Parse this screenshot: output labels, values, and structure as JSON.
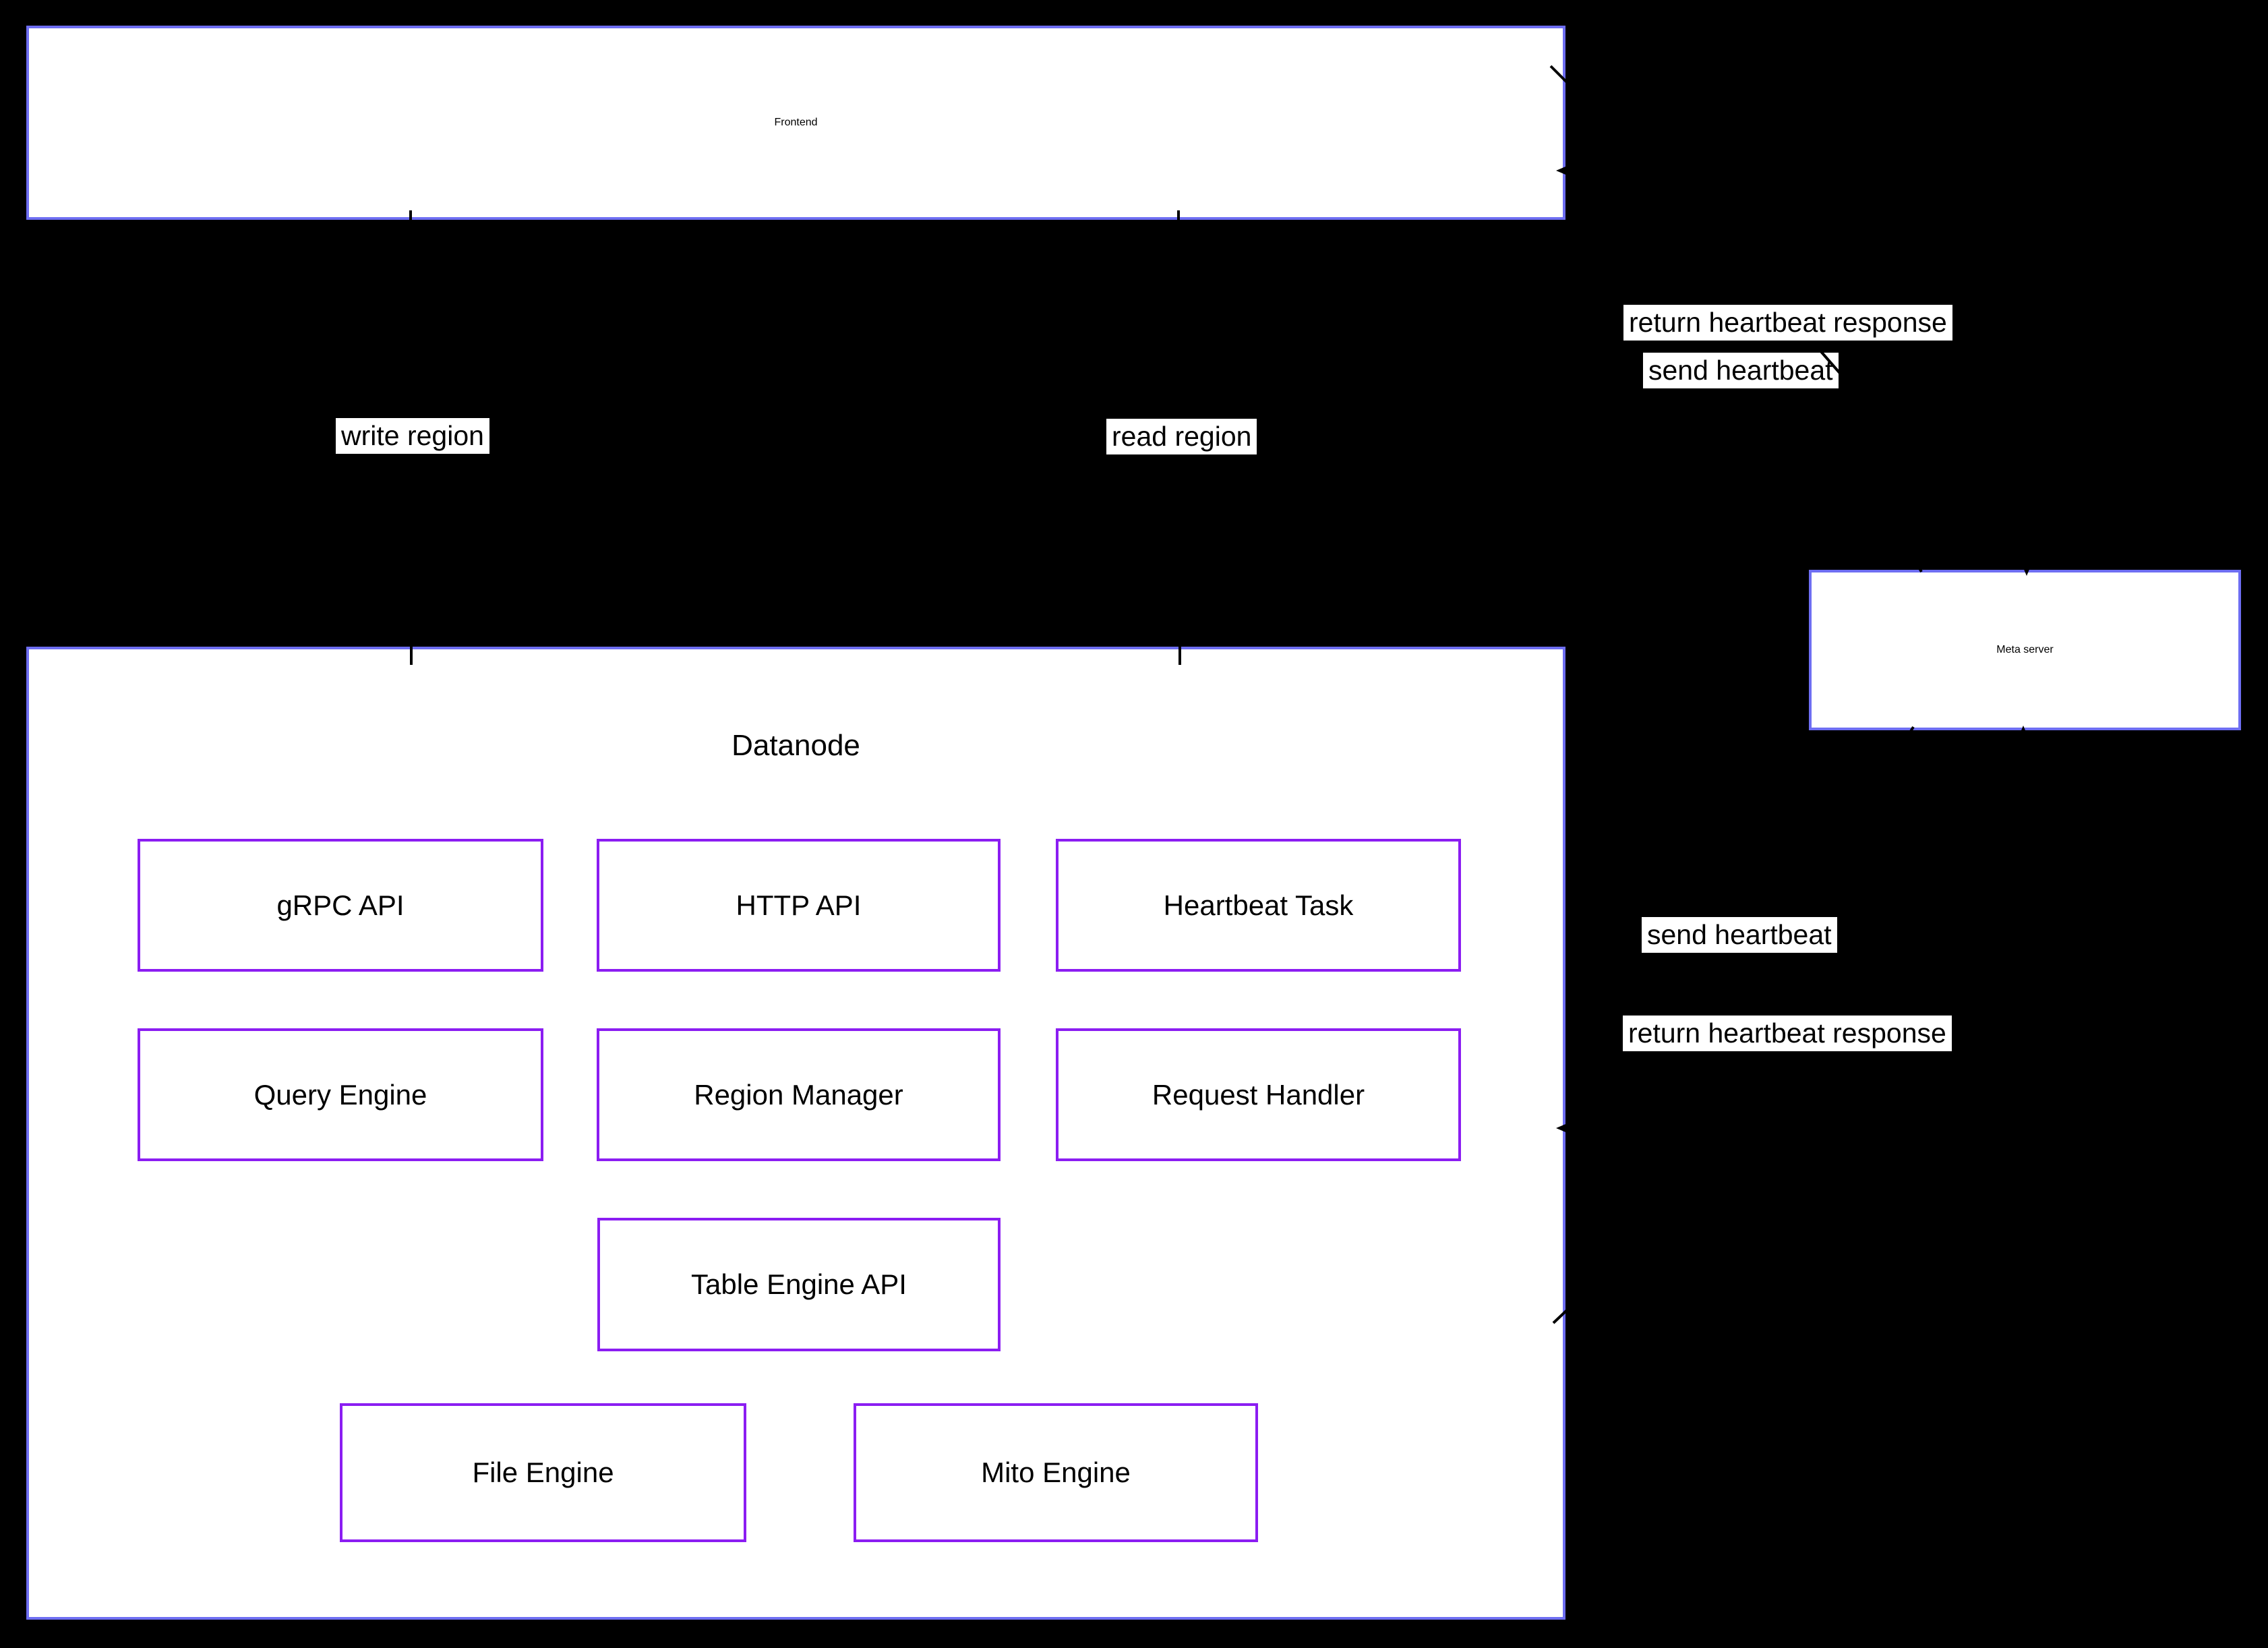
{
  "diagram": {
    "frontend": {
      "label": "Frontend"
    },
    "datanode": {
      "label": "Datanode",
      "components": {
        "grpc_api": "gRPC API",
        "http_api": "HTTP API",
        "heartbeat_task": "Heartbeat Task",
        "query_engine": "Query Engine",
        "region_manager": "Region Manager",
        "request_handler": "Request Handler",
        "table_engine_api": "Table Engine API",
        "file_engine": "File Engine",
        "mito_engine": "Mito Engine"
      }
    },
    "meta_server": {
      "label": "Meta server"
    },
    "edge_labels": {
      "write_region": "write region",
      "read_region": "read region",
      "return_heartbeat_top": "return heartbeat response",
      "send_heartbeat_top": "send heartbeat",
      "send_heartbeat_bottom": "send heartbeat",
      "return_heartbeat_bottom": "return heartbeat response"
    },
    "colors": {
      "background": "#000000",
      "container_border": "#6e6ef2",
      "component_border": "#8b1df2",
      "box_fill": "#ffffff",
      "label_bg": "#ffffff",
      "text": "#000000"
    }
  }
}
